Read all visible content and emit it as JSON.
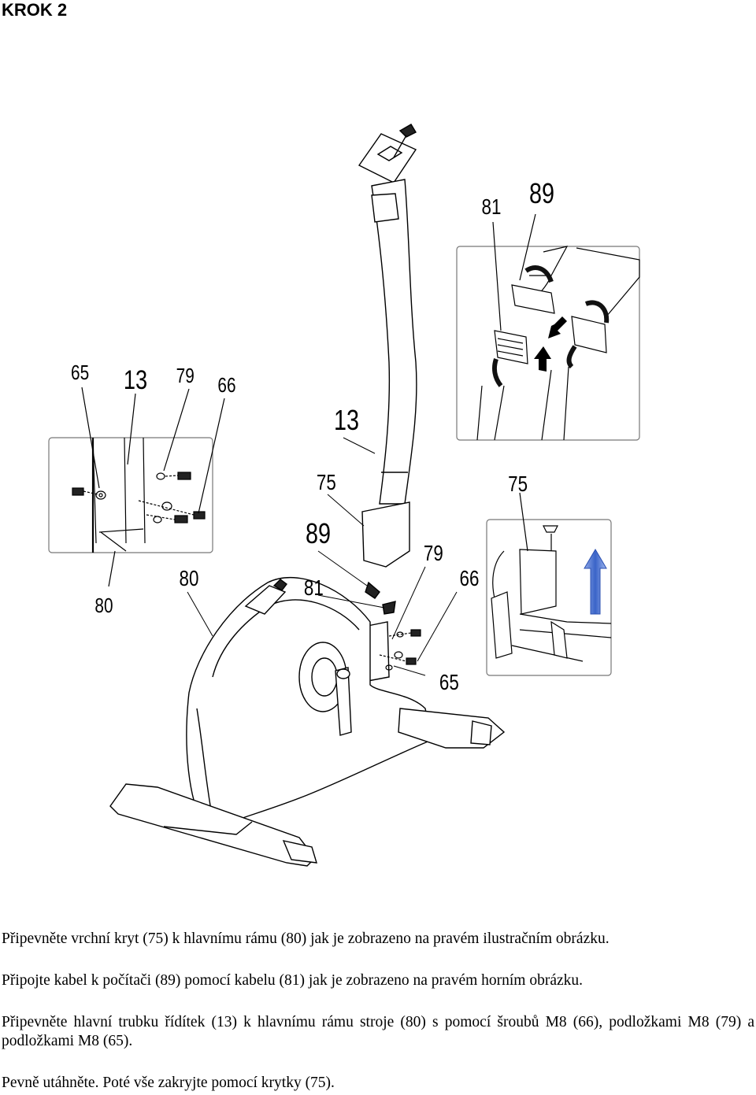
{
  "heading": "KROK 2",
  "callouts": {
    "detail_left": [
      "65",
      "13",
      "79",
      "66",
      "80"
    ],
    "detail_top_right": [
      "81",
      "89"
    ],
    "main": [
      "13",
      "75",
      "89",
      "79",
      "80",
      "81",
      "66",
      "65"
    ],
    "detail_bottom_right": [
      "75"
    ]
  },
  "arrow_color": "#3a64c8",
  "instructions": [
    "Připevněte vrchní kryt (75) k hlavnímu rámu (80) jak je zobrazeno na pravém ilustračním obrázku.",
    "Připojte kabel k počítači (89) pomocí kabelu (81) jak je zobrazeno na pravém horním obrázku.",
    "Připevněte hlavní trubku řídítek (13) k hlavnímu rámu stroje (80) s pomocí šroubů M8 (66), podložkami M8 (79) a podložkami M8 (65).",
    "Pevně utáhněte. Poté vše zakryjte pomocí krytky (75)."
  ]
}
